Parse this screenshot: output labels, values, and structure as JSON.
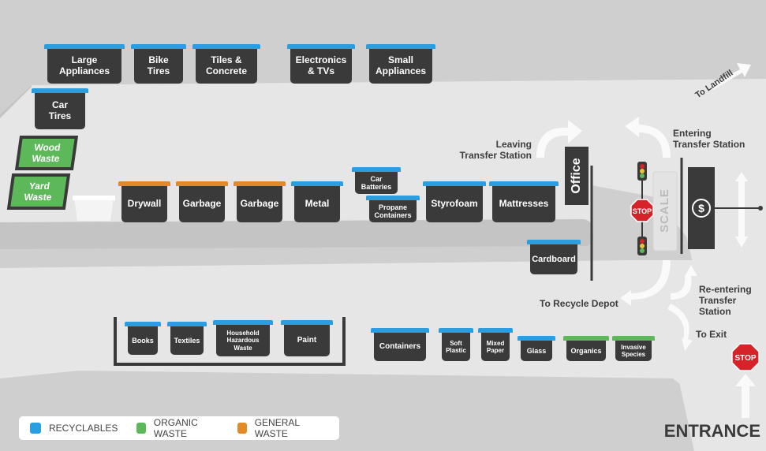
{
  "colors": {
    "recyclable": "#2a9ee0",
    "organic": "#5db859",
    "general": "#e08a2a",
    "bin": "#3a3a3a",
    "road": "#e6e6e6",
    "ground": "#cfcfcf",
    "stop": "#d6232a"
  },
  "bins": {
    "large_appliances": {
      "label": "Large\nAppliances",
      "type": "recyclable"
    },
    "bike_tires": {
      "label": "Bike\nTires",
      "type": "recyclable"
    },
    "tiles_concrete": {
      "label": "Tiles &\nConcrete",
      "type": "recyclable"
    },
    "electronics_tvs": {
      "label": "Electronics\n& TVs",
      "type": "recyclable"
    },
    "small_appliances": {
      "label": "Small\nAppliances",
      "type": "recyclable"
    },
    "car_tires": {
      "label": "Car\nTires",
      "type": "recyclable"
    },
    "wood_waste": {
      "label": "Wood\nWaste",
      "type": "organic"
    },
    "yard_waste": {
      "label": "Yard\nWaste",
      "type": "organic"
    },
    "drywall": {
      "label": "Drywall",
      "type": "general"
    },
    "garbage_1": {
      "label": "Garbage",
      "type": "general"
    },
    "garbage_2": {
      "label": "Garbage",
      "type": "general"
    },
    "metal": {
      "label": "Metal",
      "type": "recyclable"
    },
    "car_batteries": {
      "label": "Car\nBatteries",
      "type": "recyclable"
    },
    "propane_containers": {
      "label": "Propane\nContainers",
      "type": "recyclable"
    },
    "styrofoam": {
      "label": "Styrofoam",
      "type": "recyclable"
    },
    "mattresses": {
      "label": "Mattresses",
      "type": "recyclable"
    },
    "cardboard": {
      "label": "Cardboard",
      "type": "recyclable"
    },
    "books": {
      "label": "Books",
      "type": "recyclable"
    },
    "textiles": {
      "label": "Textiles",
      "type": "recyclable"
    },
    "household_hazardous": {
      "label": "Household\nHazardous\nWaste",
      "type": "recyclable"
    },
    "paint": {
      "label": "Paint",
      "type": "recyclable"
    },
    "containers": {
      "label": "Containers",
      "type": "recyclable"
    },
    "soft_plastic": {
      "label": "Soft\nPlastic",
      "type": "recyclable"
    },
    "mixed_paper": {
      "label": "Mixed\nPaper",
      "type": "recyclable"
    },
    "glass": {
      "label": "Glass",
      "type": "recyclable"
    },
    "organics": {
      "label": "Organics",
      "type": "organic"
    },
    "invasive_species": {
      "label": "Invasive\nSpecies",
      "type": "organic"
    }
  },
  "labels": {
    "office": "Office",
    "scale": "SCALE",
    "stop_1": "STOP",
    "stop_2": "STOP",
    "to_landfill": "To Landfill",
    "leaving": "Leaving\nTransfer Station",
    "entering": "Entering\nTransfer Station",
    "to_recycle_depot": "To Recycle Depot",
    "reentering": "Re-entering\nTransfer\nStation",
    "to_exit": "To Exit",
    "entrance": "ENTRANCE",
    "payment_symbol": "$"
  },
  "legend": {
    "recyclables": "RECYCLABLES",
    "organic": "ORGANIC WASTE",
    "general": "GENERAL WASTE"
  }
}
